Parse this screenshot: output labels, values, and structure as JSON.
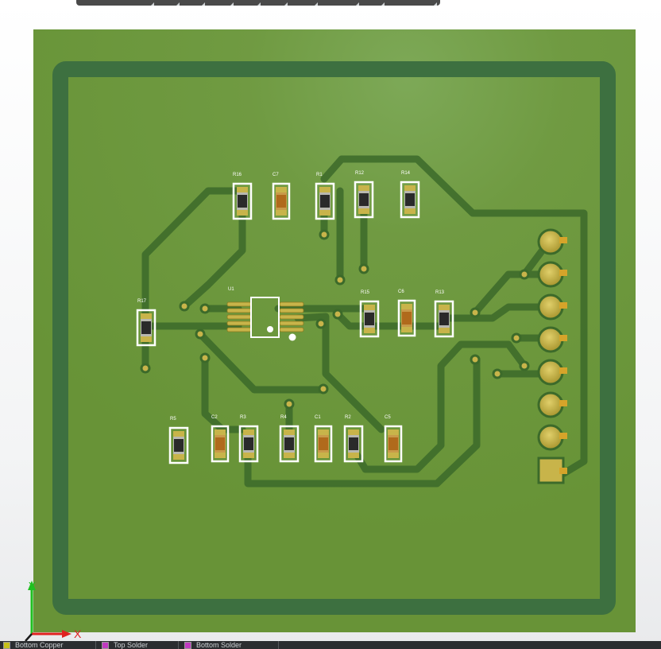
{
  "colors": {
    "substrate": "#7aa044",
    "board_fill": "#6a9a3a",
    "copper_trace": "#3e6e2a",
    "pad_gold": "#c8b44a",
    "silkscreen": "#ffffff",
    "resistor_body": "#2a2a2a",
    "capacitor_body": "#b06a1c",
    "axis_x": "#e02020",
    "axis_y": "#20c020"
  },
  "axes": {
    "x_label": "X",
    "y_label": "Y"
  },
  "layer_tabs": [
    {
      "label": "Bottom Copper",
      "swatch": "#c6c11a"
    },
    {
      "label": "Top Solder",
      "swatch": "#c03ac0"
    },
    {
      "label": "Bottom Solder",
      "swatch": "#c03ac0"
    }
  ],
  "components": {
    "R16": "R16",
    "C7": "C7",
    "R1": "R1",
    "R12": "R12",
    "R14": "R14",
    "R17": "R17",
    "U1": "U1",
    "R15": "R15",
    "C6": "C6",
    "R13": "R13",
    "R5": "R5",
    "C2": "C2",
    "R3": "R3",
    "R4": "R4",
    "C1": "C1",
    "R2": "R2",
    "C5": "C5"
  }
}
